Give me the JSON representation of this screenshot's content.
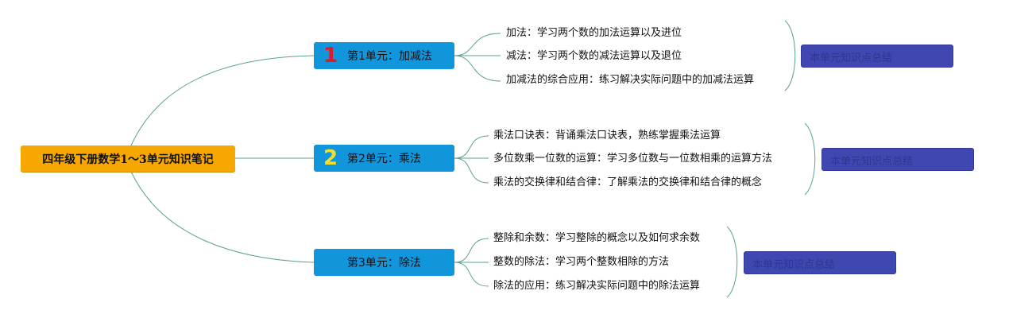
{
  "root": {
    "title": "四年级下册数学1～3单元知识笔记"
  },
  "units": [
    {
      "badge": "1",
      "badge_color": "#e0192b",
      "label": "第1单元：加减法",
      "items": [
        "加法：学习两个数的加法运算以及进位",
        "减法：学习两个数的减法运算以及退位",
        "加减法的综合应用：练习解决实际问题中的加减法运算"
      ],
      "note": "本单元知识点总结"
    },
    {
      "badge": "2",
      "badge_color": "#f6e027",
      "label": "第2单元：乘法",
      "items": [
        "乘法口诀表：背诵乘法口诀表，熟练掌握乘法运算",
        "多位数乘一位数的运算：学习多位数与一位数相乘的运算方法",
        "乘法的交换律和结合律：了解乘法的交换律和结合律的概念"
      ],
      "note": "本单元知识点总结"
    },
    {
      "badge": "",
      "badge_color": "#1296db",
      "label": "第3单元：除法",
      "items": [
        "整除和余数：学习整除的概念以及如何求余数",
        "整数的除法：学习两个整数相除的方法",
        "除法的应用：练习解决实际问题中的除法运算"
      ],
      "note": "本单元知识点总结"
    }
  ],
  "colors": {
    "root": "#f7a800",
    "unit": "#1296db",
    "note": "#3f48b0",
    "edge": "#5aa18a"
  }
}
